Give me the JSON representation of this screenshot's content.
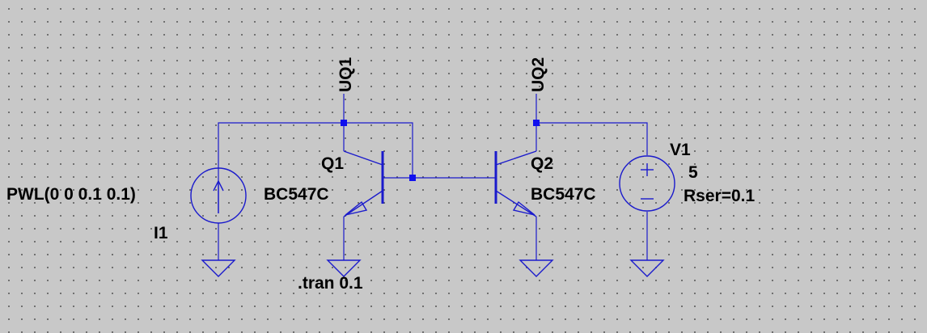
{
  "colors": {
    "background": "#c8c8c8",
    "grid": "#5a5a5a",
    "wire": "#1a1acc",
    "junction": "#1010ee",
    "text": "#000000"
  },
  "nets": {
    "uq1": "UQ1",
    "uq2": "UQ2"
  },
  "components": {
    "i1": {
      "name": "I1",
      "value": "PWL(0 0 0.1 0.1)"
    },
    "q1": {
      "name": "Q1",
      "model": "BC547C"
    },
    "q2": {
      "name": "Q2",
      "model": "BC547C"
    },
    "v1": {
      "name": "V1",
      "value": "5",
      "param": "Rser=0.1",
      "plus": "+",
      "minus": "−"
    }
  },
  "directive": ".tran 0.1"
}
